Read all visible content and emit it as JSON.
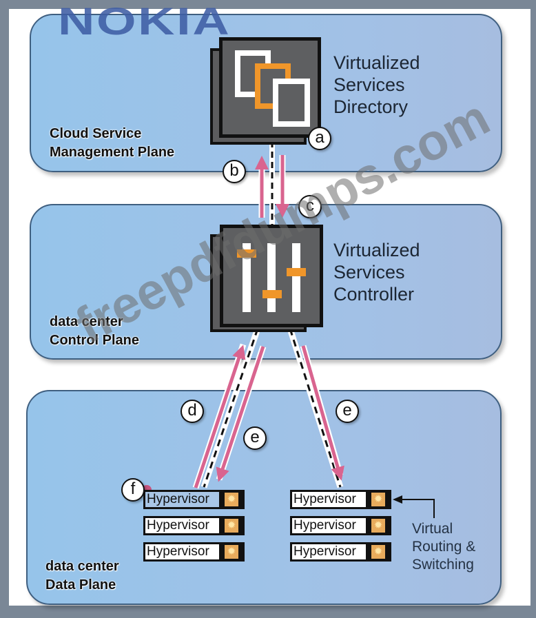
{
  "logo": "NOKIA",
  "planes": {
    "management": {
      "label_line1": "Cloud Service",
      "label_line2": "Management Plane"
    },
    "control": {
      "label_line1": "data center",
      "label_line2": "Control Plane"
    },
    "data": {
      "label_line1": "data center",
      "label_line2": "Data Plane"
    }
  },
  "vsd": {
    "line1": "Virtualized",
    "line2": "Services",
    "line3": "Directory",
    "icon": "stacked-windows-icon"
  },
  "vsc": {
    "line1": "Virtualized",
    "line2": "Services",
    "line3": "Controller",
    "icon": "sliders-icon"
  },
  "badges": {
    "a": "a",
    "b": "b",
    "c": "c",
    "d": "d",
    "e_left": "e",
    "e_right": "e",
    "f": "f"
  },
  "hypervisors": {
    "left": [
      {
        "label": "Hypervisor",
        "icon": "gear-icon",
        "highlighted": true
      },
      {
        "label": "Hypervisor",
        "icon": "gear-icon",
        "highlighted": false
      },
      {
        "label": "Hypervisor",
        "icon": "gear-icon",
        "highlighted": false
      }
    ],
    "right": [
      {
        "label": "Hypervisor",
        "icon": "gear-icon",
        "highlighted": false
      },
      {
        "label": "Hypervisor",
        "icon": "gear-icon",
        "highlighted": false
      },
      {
        "label": "Hypervisor",
        "icon": "gear-icon",
        "highlighted": false
      }
    ]
  },
  "vrs": {
    "line1": "Virtual",
    "line2": "Routing &",
    "line3": "Switching"
  },
  "watermark": "freepdfdumps.com",
  "colors": {
    "arrow_pink": "#d9648f",
    "plane_blue": "#9cc3e8",
    "accent_orange": "#f0962a",
    "frame_gray": "#7a8796"
  }
}
